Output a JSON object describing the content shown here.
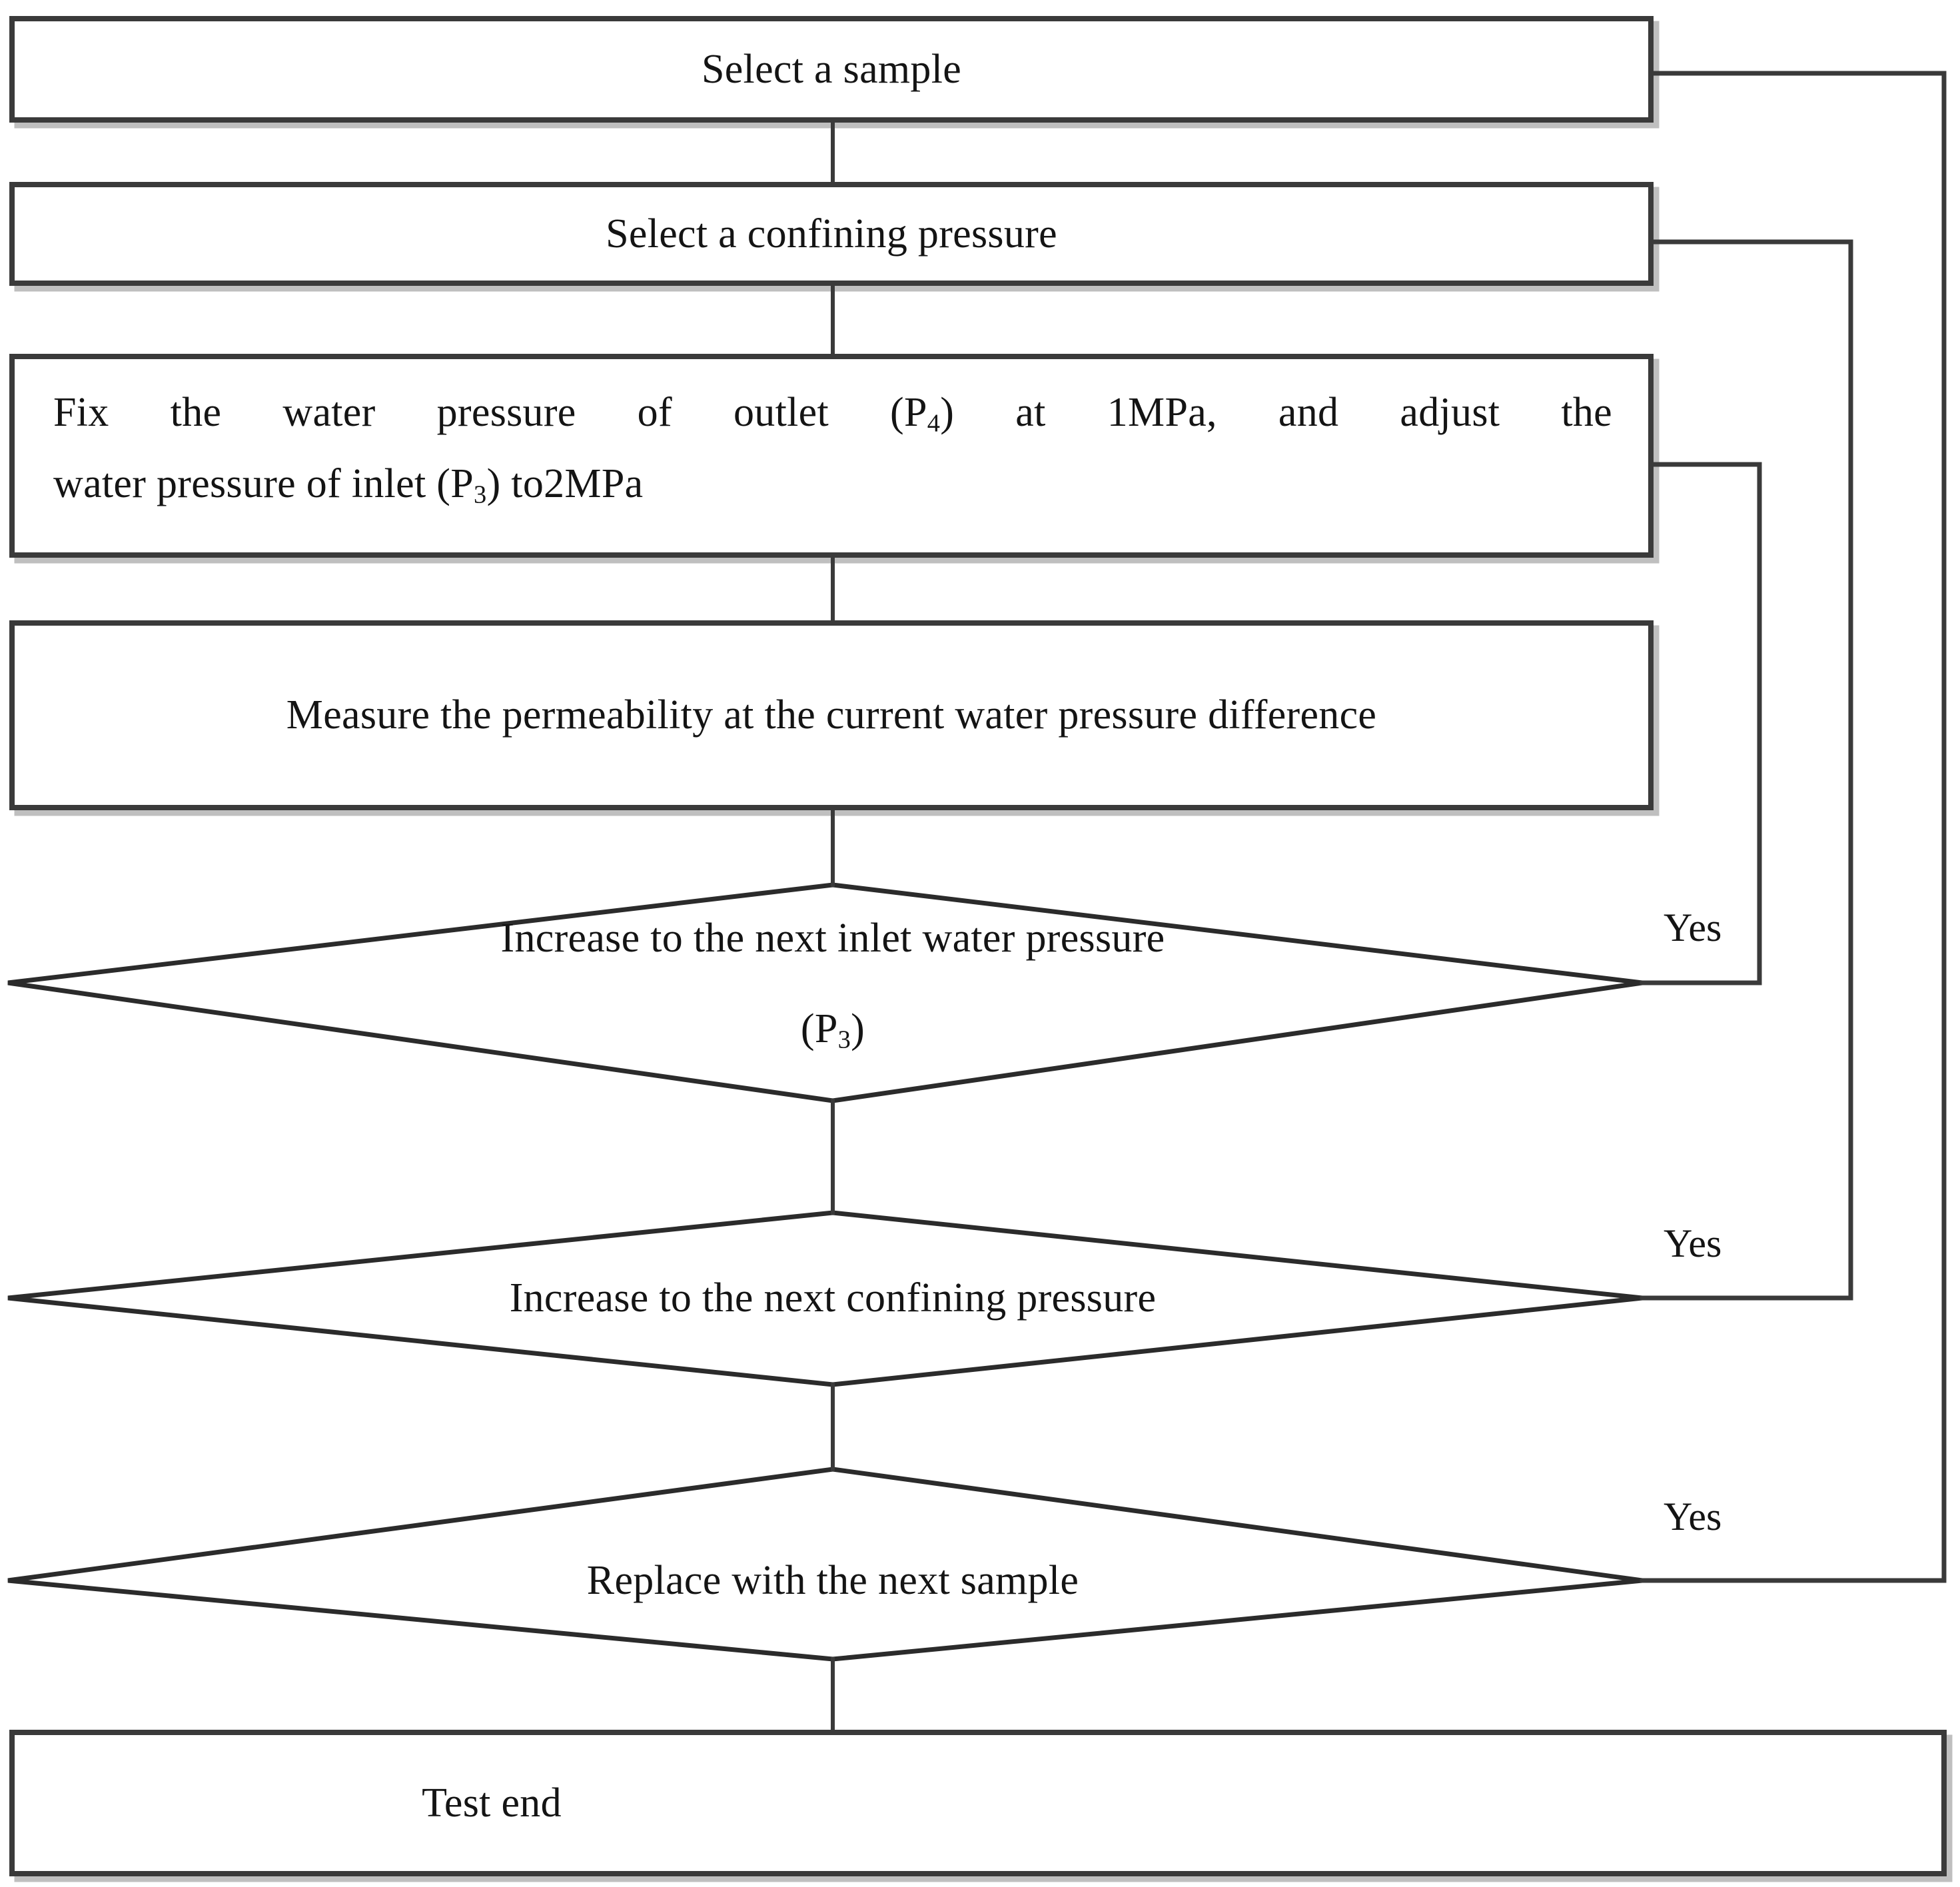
{
  "diagram": {
    "type": "flowchart",
    "orientation": "top-to-bottom",
    "background_color": "#ffffff",
    "line_color": "#3a3a3a",
    "text_color": "#141414",
    "nodes": [
      {
        "id": "select-sample",
        "shape": "rectangle",
        "label": "Select a sample"
      },
      {
        "id": "select-confining-pressure",
        "shape": "rectangle",
        "label": "Select a confining pressure"
      },
      {
        "id": "fix-water-pressure",
        "shape": "rectangle",
        "label_line1": "Fix the water pressure of outlet (P4) at 1MPa, and adjust the",
        "label_line2": "water pressure of inlet (P3) to2MPa",
        "line1_before_sub": "Fix the water pressure of outlet (P",
        "line1_sub": "4",
        "line1_after_sub": ") at 1MPa, and adjust the",
        "line2_before_sub": "water pressure of inlet (P",
        "line2_sub": "3",
        "line2_after_sub": ") to2MPa"
      },
      {
        "id": "measure-permeability",
        "shape": "rectangle",
        "label": "Measure the permeability at the current water pressure difference"
      },
      {
        "id": "increase-inlet-water-pressure",
        "shape": "diamond",
        "label_line1": "Increase to the next inlet water pressure",
        "label_line2_before_sub": "(P",
        "label_line2_sub": "3",
        "label_line2_after_sub": ")"
      },
      {
        "id": "increase-confining-pressure",
        "shape": "diamond",
        "label": "Increase to the next confining pressure"
      },
      {
        "id": "replace-next-sample",
        "shape": "diamond",
        "label": "Replace with the next sample"
      },
      {
        "id": "test-end",
        "shape": "rectangle",
        "label": "Test end"
      }
    ],
    "edge_labels": {
      "inlet_yes": "Yes",
      "confining_yes": "Yes",
      "sample_yes": "Yes"
    },
    "edges": [
      {
        "from": "select-sample",
        "to": "select-confining-pressure",
        "label": ""
      },
      {
        "from": "select-confining-pressure",
        "to": "fix-water-pressure",
        "label": ""
      },
      {
        "from": "fix-water-pressure",
        "to": "measure-permeability",
        "label": ""
      },
      {
        "from": "measure-permeability",
        "to": "increase-inlet-water-pressure",
        "label": ""
      },
      {
        "from": "increase-inlet-water-pressure",
        "to": "fix-water-pressure",
        "label": "Yes"
      },
      {
        "from": "increase-inlet-water-pressure",
        "to": "increase-confining-pressure",
        "label": ""
      },
      {
        "from": "increase-confining-pressure",
        "to": "select-confining-pressure",
        "label": "Yes"
      },
      {
        "from": "increase-confining-pressure",
        "to": "replace-next-sample",
        "label": ""
      },
      {
        "from": "replace-next-sample",
        "to": "select-sample",
        "label": "Yes"
      },
      {
        "from": "replace-next-sample",
        "to": "test-end",
        "label": ""
      }
    ]
  }
}
